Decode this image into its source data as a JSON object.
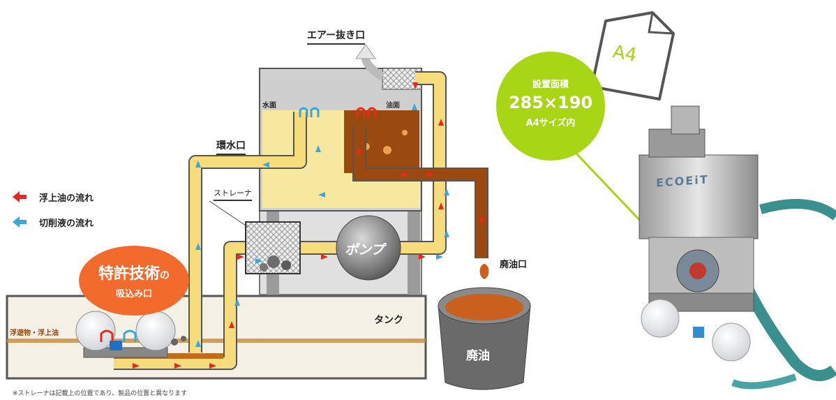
{
  "labels": {
    "air_vent": "エアー抜き口",
    "water_surface": "水面",
    "oil_surface": "油面",
    "return_port": "環水口",
    "strainer": "ストレーナ",
    "pump": "ポンプ",
    "waste_oil_port": "廃油口",
    "tank": "タンク",
    "waste_oil": "廃油",
    "floating": "浮遊物・浮上油"
  },
  "legend": [
    {
      "text": "浮上油の流れ",
      "color": "#e8281e"
    },
    {
      "text": "切削液の流れ",
      "color": "#3aa6e0"
    }
  ],
  "patent_bubble": {
    "title": "特許技術",
    "particle": "の",
    "subtitle": "吸込み口"
  },
  "install_bubble": {
    "line1": "設置面積",
    "line2": "285×190",
    "line3": "A4サイズ内"
  },
  "paper_label": "A4",
  "product_logo": "ECOEiT",
  "footnote": "※ストレーナは記載上の位置であり、製品の位置と異なります",
  "colors": {
    "oil": "#e8281e",
    "coolant": "#3aa6e0",
    "pipe_yellow": "#f6dc7a",
    "oil_brown": "#8a3d0c"
  }
}
